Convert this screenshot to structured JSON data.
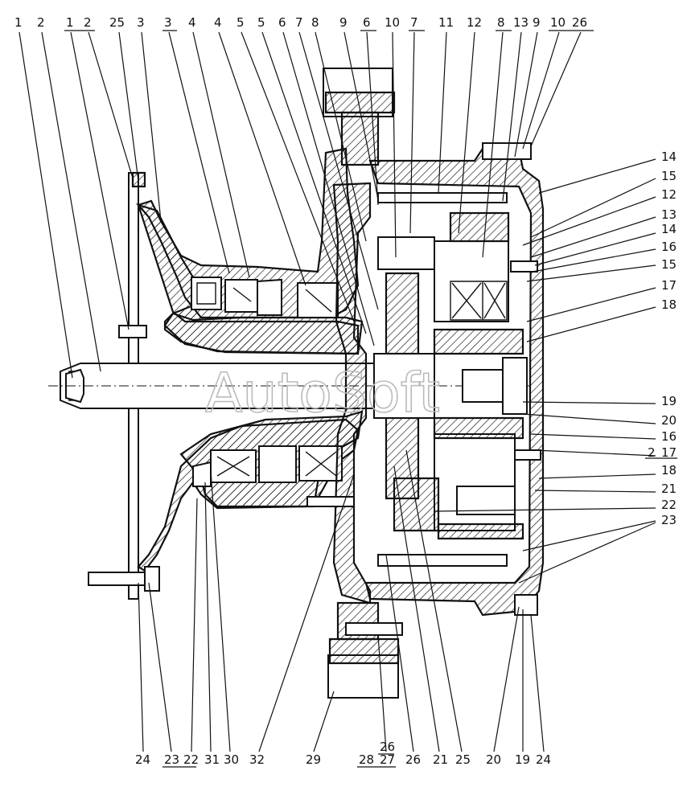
{
  "watermark": "AutoSoft",
  "top_labels": [
    "1",
    "2",
    "1",
    "2",
    "25",
    "3",
    "3",
    "4",
    "4",
    "5",
    "5",
    "6",
    "7",
    "8",
    "9",
    "6",
    "10",
    "7",
    "11",
    "12",
    "8",
    "13",
    "9",
    "10",
    "26"
  ],
  "right_labels": [
    "14",
    "15",
    "12",
    "13",
    "14",
    "16",
    "15",
    "17",
    "18",
    "19",
    "20",
    "16",
    "2",
    "17",
    "18",
    "21",
    "22",
    "23"
  ],
  "bottom_labels": [
    "24",
    "23",
    "22",
    "31",
    "30",
    "32",
    "29",
    "28",
    "26",
    "27",
    "26",
    "21",
    "25",
    "20",
    "19",
    "24"
  ]
}
